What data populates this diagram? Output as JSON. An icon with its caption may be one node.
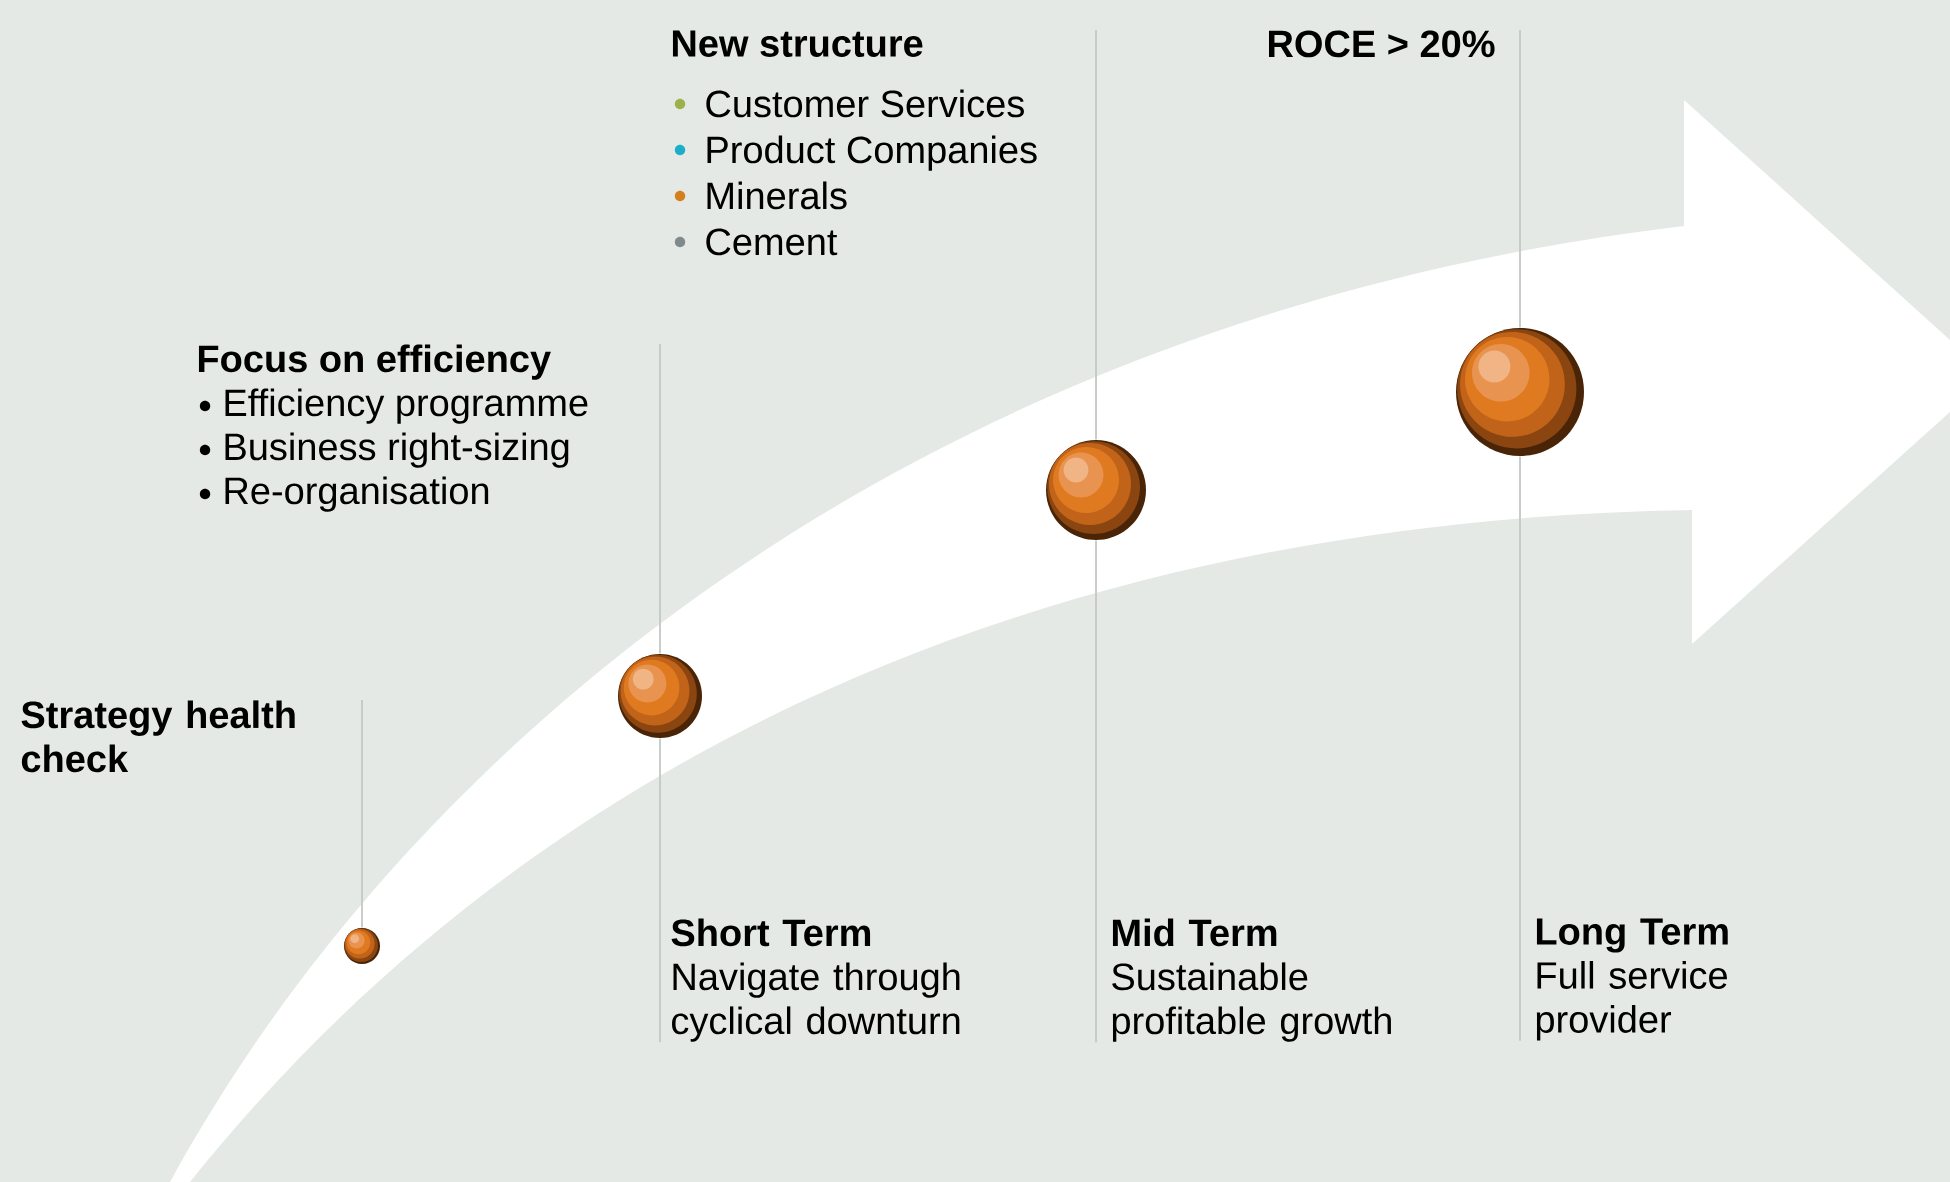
{
  "diagram": {
    "nodes": [
      {
        "text": [
          "Strategy health check"
        ]
      },
      {
        "text": [],
        "shape": "circle"
      },
      {
        "text": [
          "Focus on efficiency",
          "Efficiency programme",
          "Business right-sizing",
          "Re-organisation"
        ]
      },
      {
        "text": [],
        "shape": "circle"
      },
      {
        "text": [
          "Short Term",
          "Navigate through cyclical downturn"
        ]
      },
      {
        "text": [
          "New structure"
        ]
      },
      {
        "text": [],
        "shape": "circle"
      },
      {
        "text": [
          "Mid Term",
          "Sustainable profitable growth"
        ]
      },
      {
        "text": [
          "ROCE > 20%"
        ]
      },
      {
        "text": [],
        "shape": "circle"
      },
      {
        "text": [
          "Long Term",
          "Full service provider"
        ]
      }
    ],
    "edges": [
      {
        "from": 0,
        "to": 1,
        "arrow": "none"
      },
      {
        "from": 2,
        "to": 3,
        "arrow": "none"
      },
      {
        "from": 3,
        "to": 4,
        "arrow": "none"
      },
      {
        "from": null,
        "to": 6,
        "arrow": "none"
      },
      {
        "from": 6,
        "to": 7,
        "arrow": "none"
      },
      {
        "from": 8,
        "to": 9,
        "arrow": "none"
      },
      {
        "from": 9,
        "to": 10,
        "arrow": "none"
      }
    ],
    "legend": [
      {
        "text": "Customer Services",
        "color": "#9bb14a"
      },
      {
        "text": "Product Companies",
        "color": "#1aaecb"
      },
      {
        "text": "Minerals",
        "color": "#d47f1c"
      },
      {
        "text": "Cement",
        "color": "#7f8a8c"
      }
    ]
  }
}
